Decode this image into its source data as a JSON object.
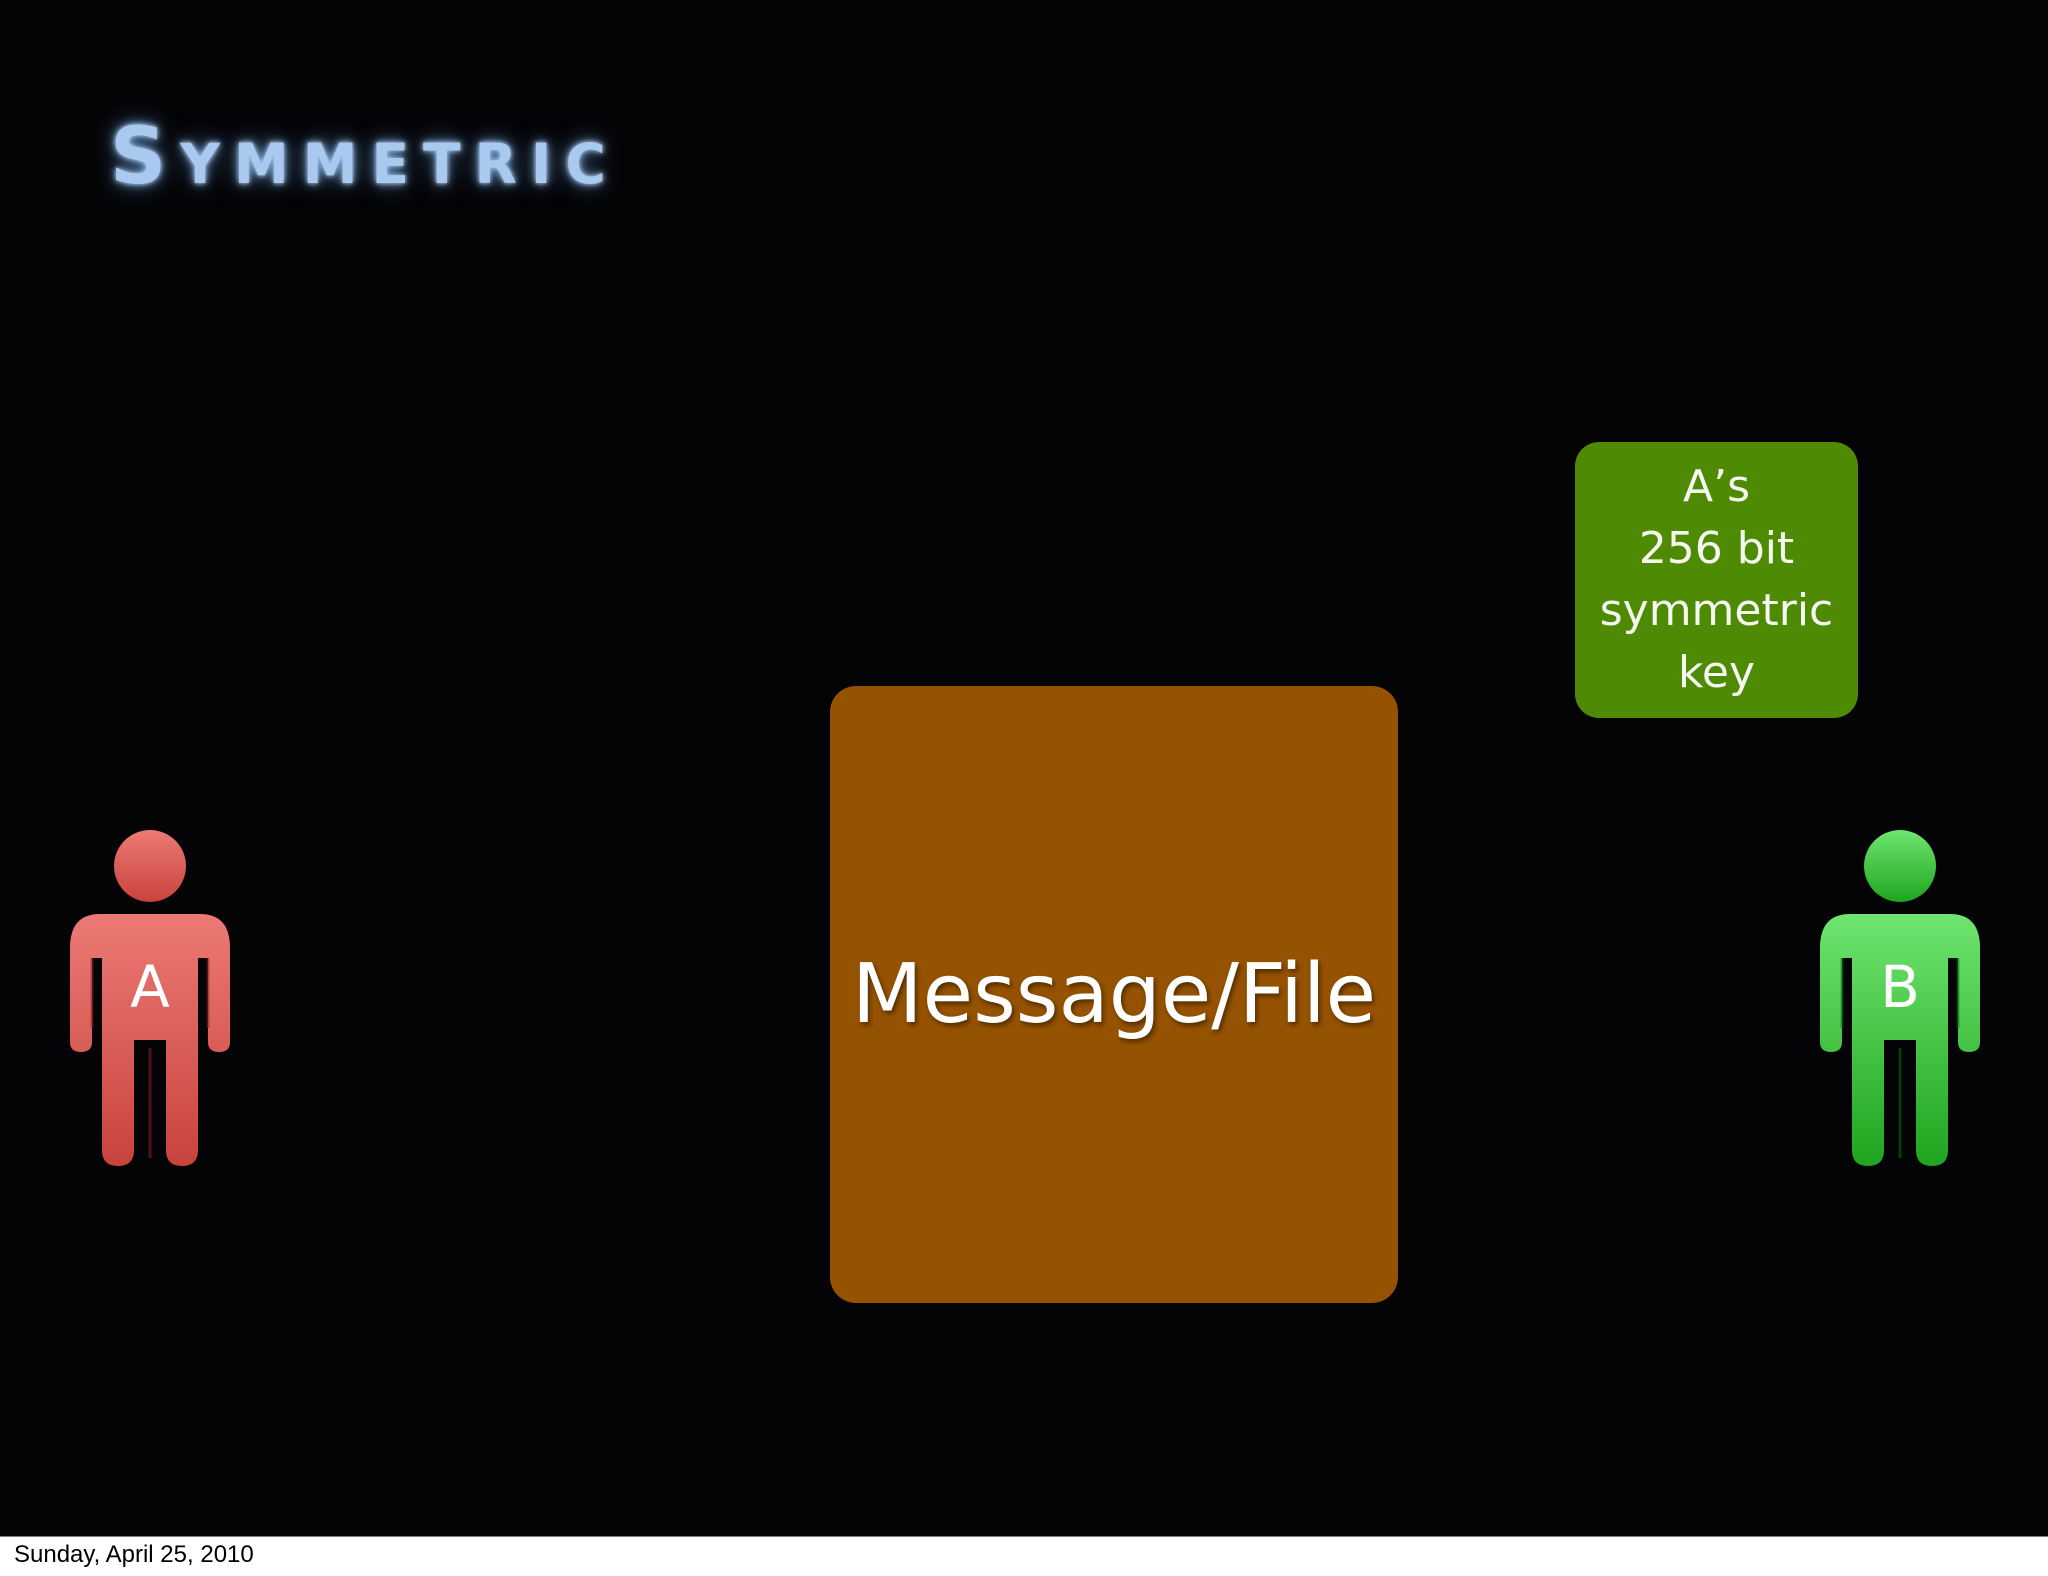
{
  "slide": {
    "title": "Symmetric",
    "background_color": "#040406",
    "title_color": "#a9c9ee"
  },
  "key_box": {
    "lines": [
      "A’s",
      "256 bit",
      "symmetric",
      "key"
    ],
    "color": "#4e8a04"
  },
  "message_box": {
    "label": "Message/File",
    "color": "#955201"
  },
  "people": {
    "a": {
      "label": "A",
      "color": "#d9534f",
      "icon": "person-icon"
    },
    "b": {
      "label": "B",
      "color": "#2ec02e",
      "icon": "person-icon"
    }
  },
  "footer": {
    "date": "Sunday, April 25, 2010"
  }
}
